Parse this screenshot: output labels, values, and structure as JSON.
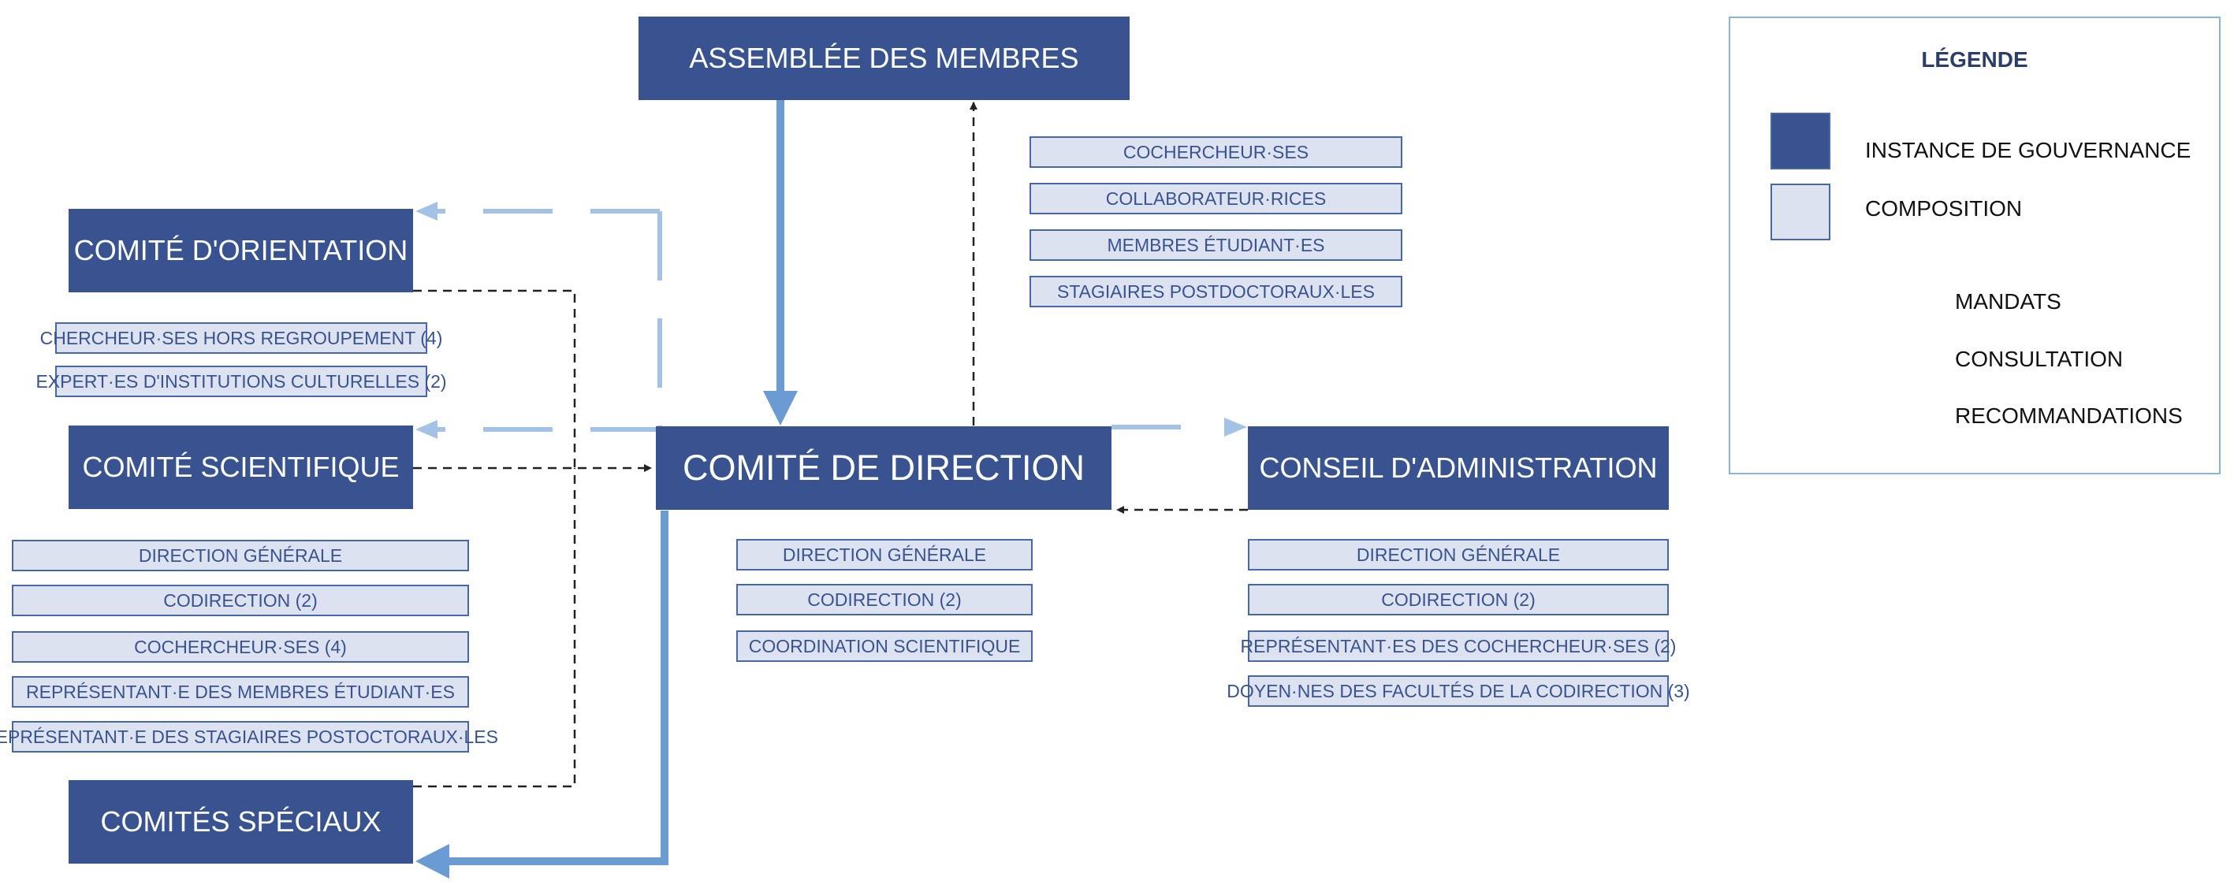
{
  "colors": {
    "governance": "#38538f",
    "composition": "#dde2f1",
    "composition_border": "#4867a8",
    "mandate": "#6a9bd3",
    "consultation": "#a4c2e6",
    "recommendation": "#222222"
  },
  "nodes": {
    "assemblee": "ASSEMBLÉE DES MEMBRES",
    "orientation": "COMITÉ D'ORIENTATION",
    "scientifique": "COMITÉ SCIENTIFIQUE",
    "direction": "COMITÉ DE DIRECTION",
    "conseil": "CONSEIL D'ADMINISTRATION",
    "speciaux": "COMITÉS SPÉCIAUX"
  },
  "compositions": {
    "assemblee": [
      "COCHERCHEUR·SES",
      "COLLABORATEUR·RICES",
      "MEMBRES ÉTUDIANT·ES",
      "STAGIAIRES POSTDOCTORAUX·LES"
    ],
    "orientation": [
      "CHERCHEUR·SES HORS REGROUPEMENT (4)",
      "EXPERT·ES D'INSTITUTIONS CULTURELLES (2)"
    ],
    "scientifique": [
      "DIRECTION GÉNÉRALE",
      "CODIRECTION (2)",
      "COCHERCHEUR·SES (4)",
      "REPRÉSENTANT·E DES MEMBRES ÉTUDIANT·ES",
      "REPRÉSENTANT·E DES STAGIAIRES POSTOCTORAUX·LES"
    ],
    "direction": [
      "DIRECTION GÉNÉRALE",
      "CODIRECTION (2)",
      "COORDINATION SCIENTIFIQUE"
    ],
    "conseil": [
      "DIRECTION GÉNÉRALE",
      "CODIRECTION (2)",
      "REPRÉSENTANT·ES DES COCHERCHEUR·SES (2)",
      "DOYEN·NES DES FACULTÉS DE LA CODIRECTION (3)"
    ]
  },
  "legend": {
    "title": "LÉGENDE",
    "governance": "INSTANCE DE GOUVERNANCE",
    "composition": "COMPOSITION",
    "mandates": "MANDATS",
    "consultation": "CONSULTATION",
    "recommendations": "RECOMMANDATIONS"
  }
}
